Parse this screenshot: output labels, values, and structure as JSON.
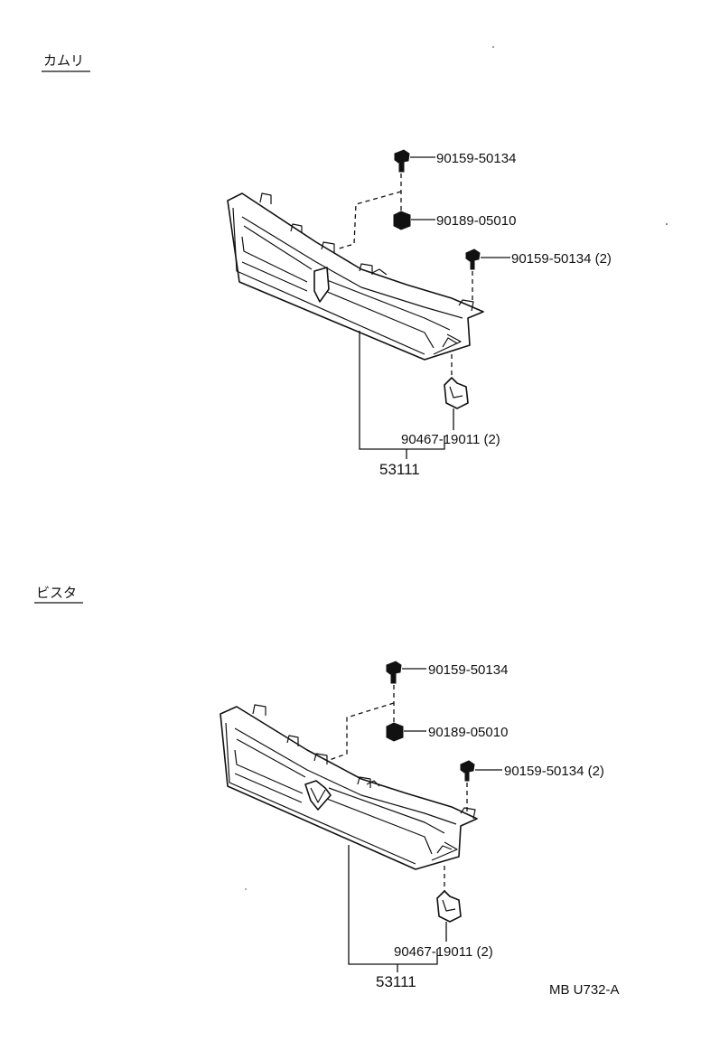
{
  "sections": [
    {
      "title": "カムリ",
      "labels": {
        "bolt_top": "90159-50134",
        "nut": "90189-05010",
        "bolt_side": "90159-50134 (2)",
        "clip": "90467-19011 (2)",
        "grille": "53111"
      }
    },
    {
      "title": "ビスタ",
      "labels": {
        "bolt_top": "90159-50134",
        "nut": "90189-05010",
        "bolt_side": "90159-50134 (2)",
        "clip": "90467-19011 (2)",
        "grille": "53111"
      }
    }
  ],
  "reference_code": "MB U732-A"
}
